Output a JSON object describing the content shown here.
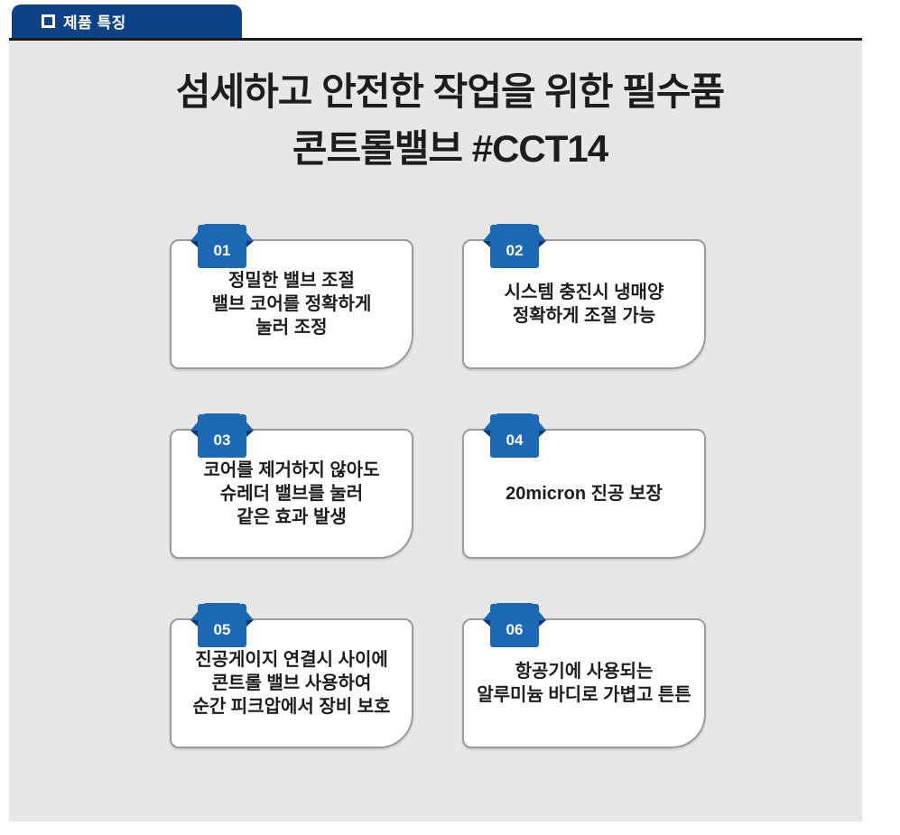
{
  "header_tab": {
    "label": "제품 특징"
  },
  "title": {
    "line1": "섬세하고 안전한 작업을 위한 필수품",
    "line2": "콘트롤밸브 #CCT14"
  },
  "features": [
    {
      "number": "01",
      "lines": [
        "정밀한 밸브 조절",
        "밸브 코어를 정확하게",
        "눌러 조정"
      ]
    },
    {
      "number": "02",
      "lines": [
        "시스템 충진시 냉매양",
        "정확하게 조절 가능"
      ]
    },
    {
      "number": "03",
      "lines": [
        "코어를 제거하지 않아도",
        "슈레더 밸브를 눌러",
        "같은 효과 발생"
      ]
    },
    {
      "number": "04",
      "lines": [
        "20micron 진공 보장"
      ]
    },
    {
      "number": "05",
      "lines": [
        "진공게이지 연결시 사이에",
        "콘트롤 밸브 사용하여",
        "순간 피크압에서 장비 보호"
      ]
    },
    {
      "number": "06",
      "lines": [
        "항공기에 사용되는",
        "알루미늄 바디로 가볍고 튼튼"
      ]
    }
  ],
  "colors": {
    "tab_bg": "#0d4287",
    "tab_text": "#ffffff",
    "panel_bg": "#e7e7e7",
    "top_bar": "#1a1a1a",
    "badge_main": "#1d68b4",
    "badge_fold": "#0d3a6b",
    "card_border": "#9b9b9b",
    "card_bg": "#ffffff",
    "text_dark": "#1d1d1d"
  }
}
